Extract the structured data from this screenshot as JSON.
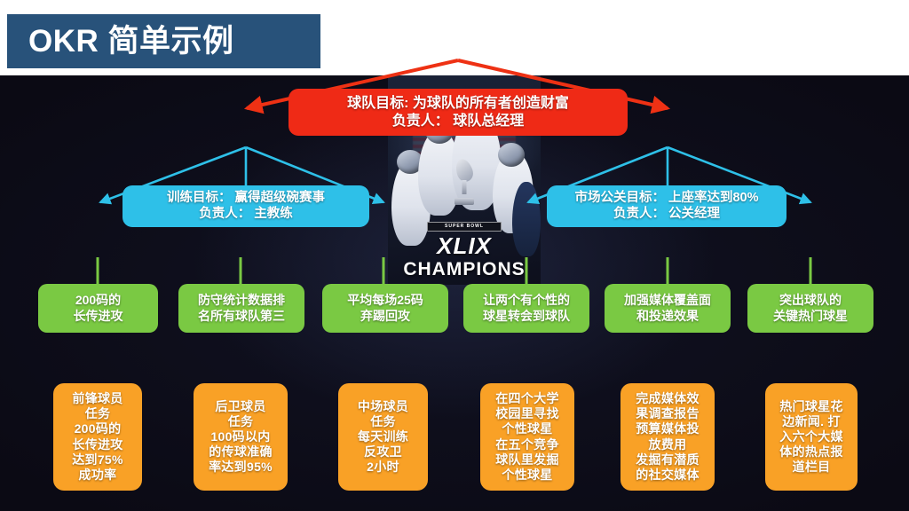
{
  "slide": {
    "title": "OKR 简单示例",
    "title_bg": "#28527a",
    "canvas_bg": "#0b0a14"
  },
  "center_image": {
    "name": "super-bowl-xlix-champions-photo",
    "badge_small_text": "SUPER BOWL",
    "roman_numeral": "XLIX",
    "caption": "CHAMPIONS"
  },
  "objective": {
    "color": "#ef2a16",
    "lines": [
      "球队目标: 为球队的所有者创造财富",
      "负责人： 球队总经理"
    ]
  },
  "goals": [
    {
      "color": "#2ec0e8",
      "lines": [
        "训练目标： 赢得超级碗赛事",
        "负责人： 主教练"
      ]
    },
    {
      "color": "#2ec0e8",
      "lines": [
        "市场公关目标： 上座率达到80%",
        "负责人： 公关经理"
      ]
    }
  ],
  "key_results": [
    {
      "color": "#7ac943",
      "lines": [
        "200码的",
        "长传进攻"
      ]
    },
    {
      "color": "#7ac943",
      "lines": [
        "防守统计数据排",
        "名所有球队第三"
      ]
    },
    {
      "color": "#7ac943",
      "lines": [
        "平均每场25码",
        "弃踢回攻"
      ]
    },
    {
      "color": "#7ac943",
      "lines": [
        "让两个有个性的",
        "球星转会到球队"
      ]
    },
    {
      "color": "#7ac943",
      "lines": [
        "加强媒体覆盖面",
        "和投递效果"
      ]
    },
    {
      "color": "#7ac943",
      "lines": [
        "突出球队的",
        "关键热门球星"
      ]
    }
  ],
  "tasks": [
    {
      "color": "#f9a126",
      "lines": [
        "前锋球员",
        "任务",
        "200码的",
        "长传进攻",
        "达到75%",
        "成功率"
      ]
    },
    {
      "color": "#f9a126",
      "lines": [
        "后卫球员",
        "任务",
        "100码以内",
        "的传球准确",
        "率达到95%"
      ]
    },
    {
      "color": "#f9a126",
      "lines": [
        "中场球员",
        "任务",
        "每天训练",
        "反攻卫",
        "2小时"
      ]
    },
    {
      "color": "#f9a126",
      "lines": [
        "在四个大学",
        "校园里寻找",
        "个性球星",
        "在五个竞争",
        "球队里发掘",
        "个性球星"
      ]
    },
    {
      "color": "#f9a126",
      "lines": [
        "完成媒体效",
        "果调查报告",
        "预算媒体投",
        "放费用",
        "发掘有潜质",
        "的社交媒体"
      ]
    },
    {
      "color": "#f9a126",
      "lines": [
        "热门球星花",
        "边新闻. 打",
        "入六个大媒",
        "体的热点报",
        "道栏目"
      ]
    }
  ],
  "connectors": {
    "objective_to_goals_color": "#ee3114",
    "goals_to_results_color": "#2ec0e8",
    "results_to_tasks_color": "#7ac943"
  }
}
